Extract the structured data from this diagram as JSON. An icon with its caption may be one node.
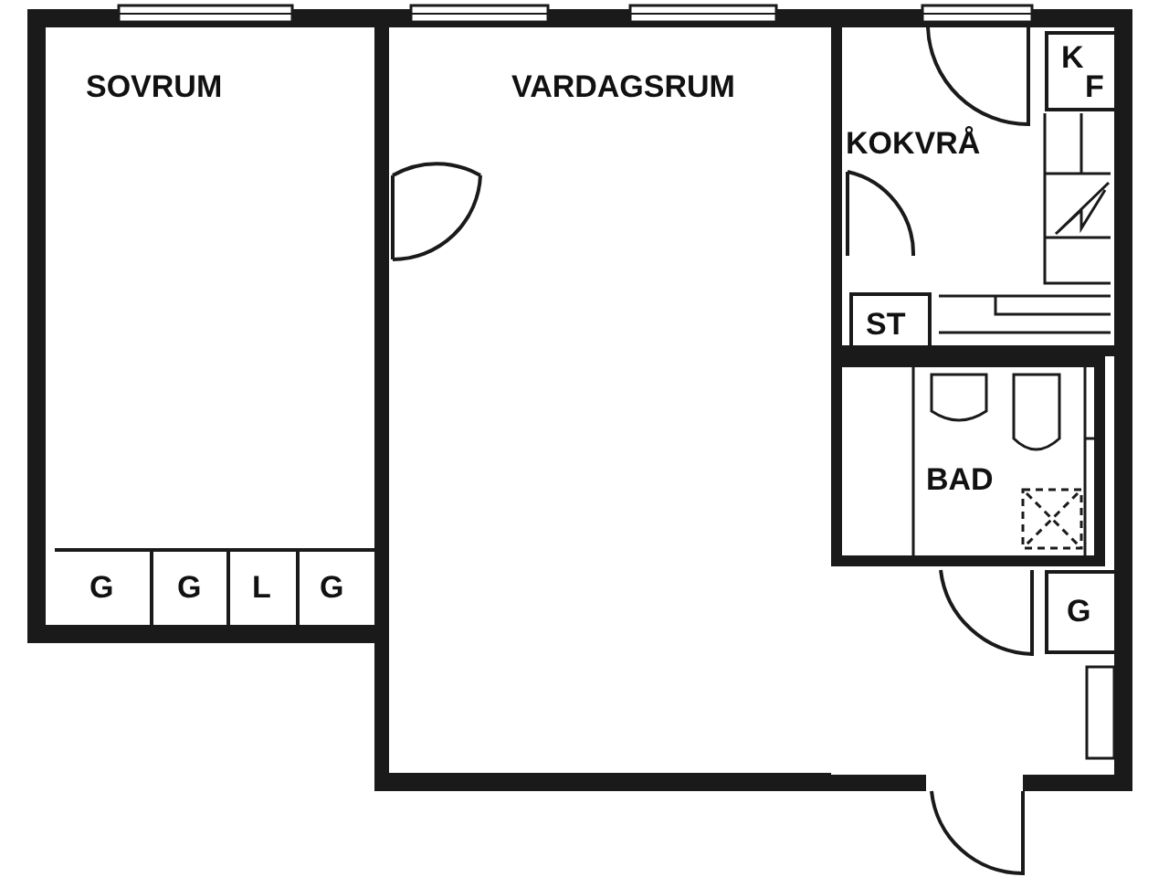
{
  "diagram": {
    "nodes": [
      {
        "text": [
          "SOVRUM"
        ]
      },
      {
        "text": [
          "VARDAGSRUM"
        ]
      },
      {
        "text": [
          "KOKVRÅ"
        ]
      },
      {
        "text": [
          "K",
          "F"
        ],
        "in": 2
      },
      {
        "text": [
          "ST"
        ],
        "in": 2
      },
      {
        "text": [
          "BAD"
        ]
      },
      {
        "text": [
          "G"
        ],
        "in": 0
      },
      {
        "text": [
          "G"
        ],
        "in": 0
      },
      {
        "text": [
          "L"
        ],
        "in": 0
      },
      {
        "text": [
          "G"
        ],
        "in": 0
      },
      {
        "text": [
          "G"
        ]
      }
    ]
  }
}
